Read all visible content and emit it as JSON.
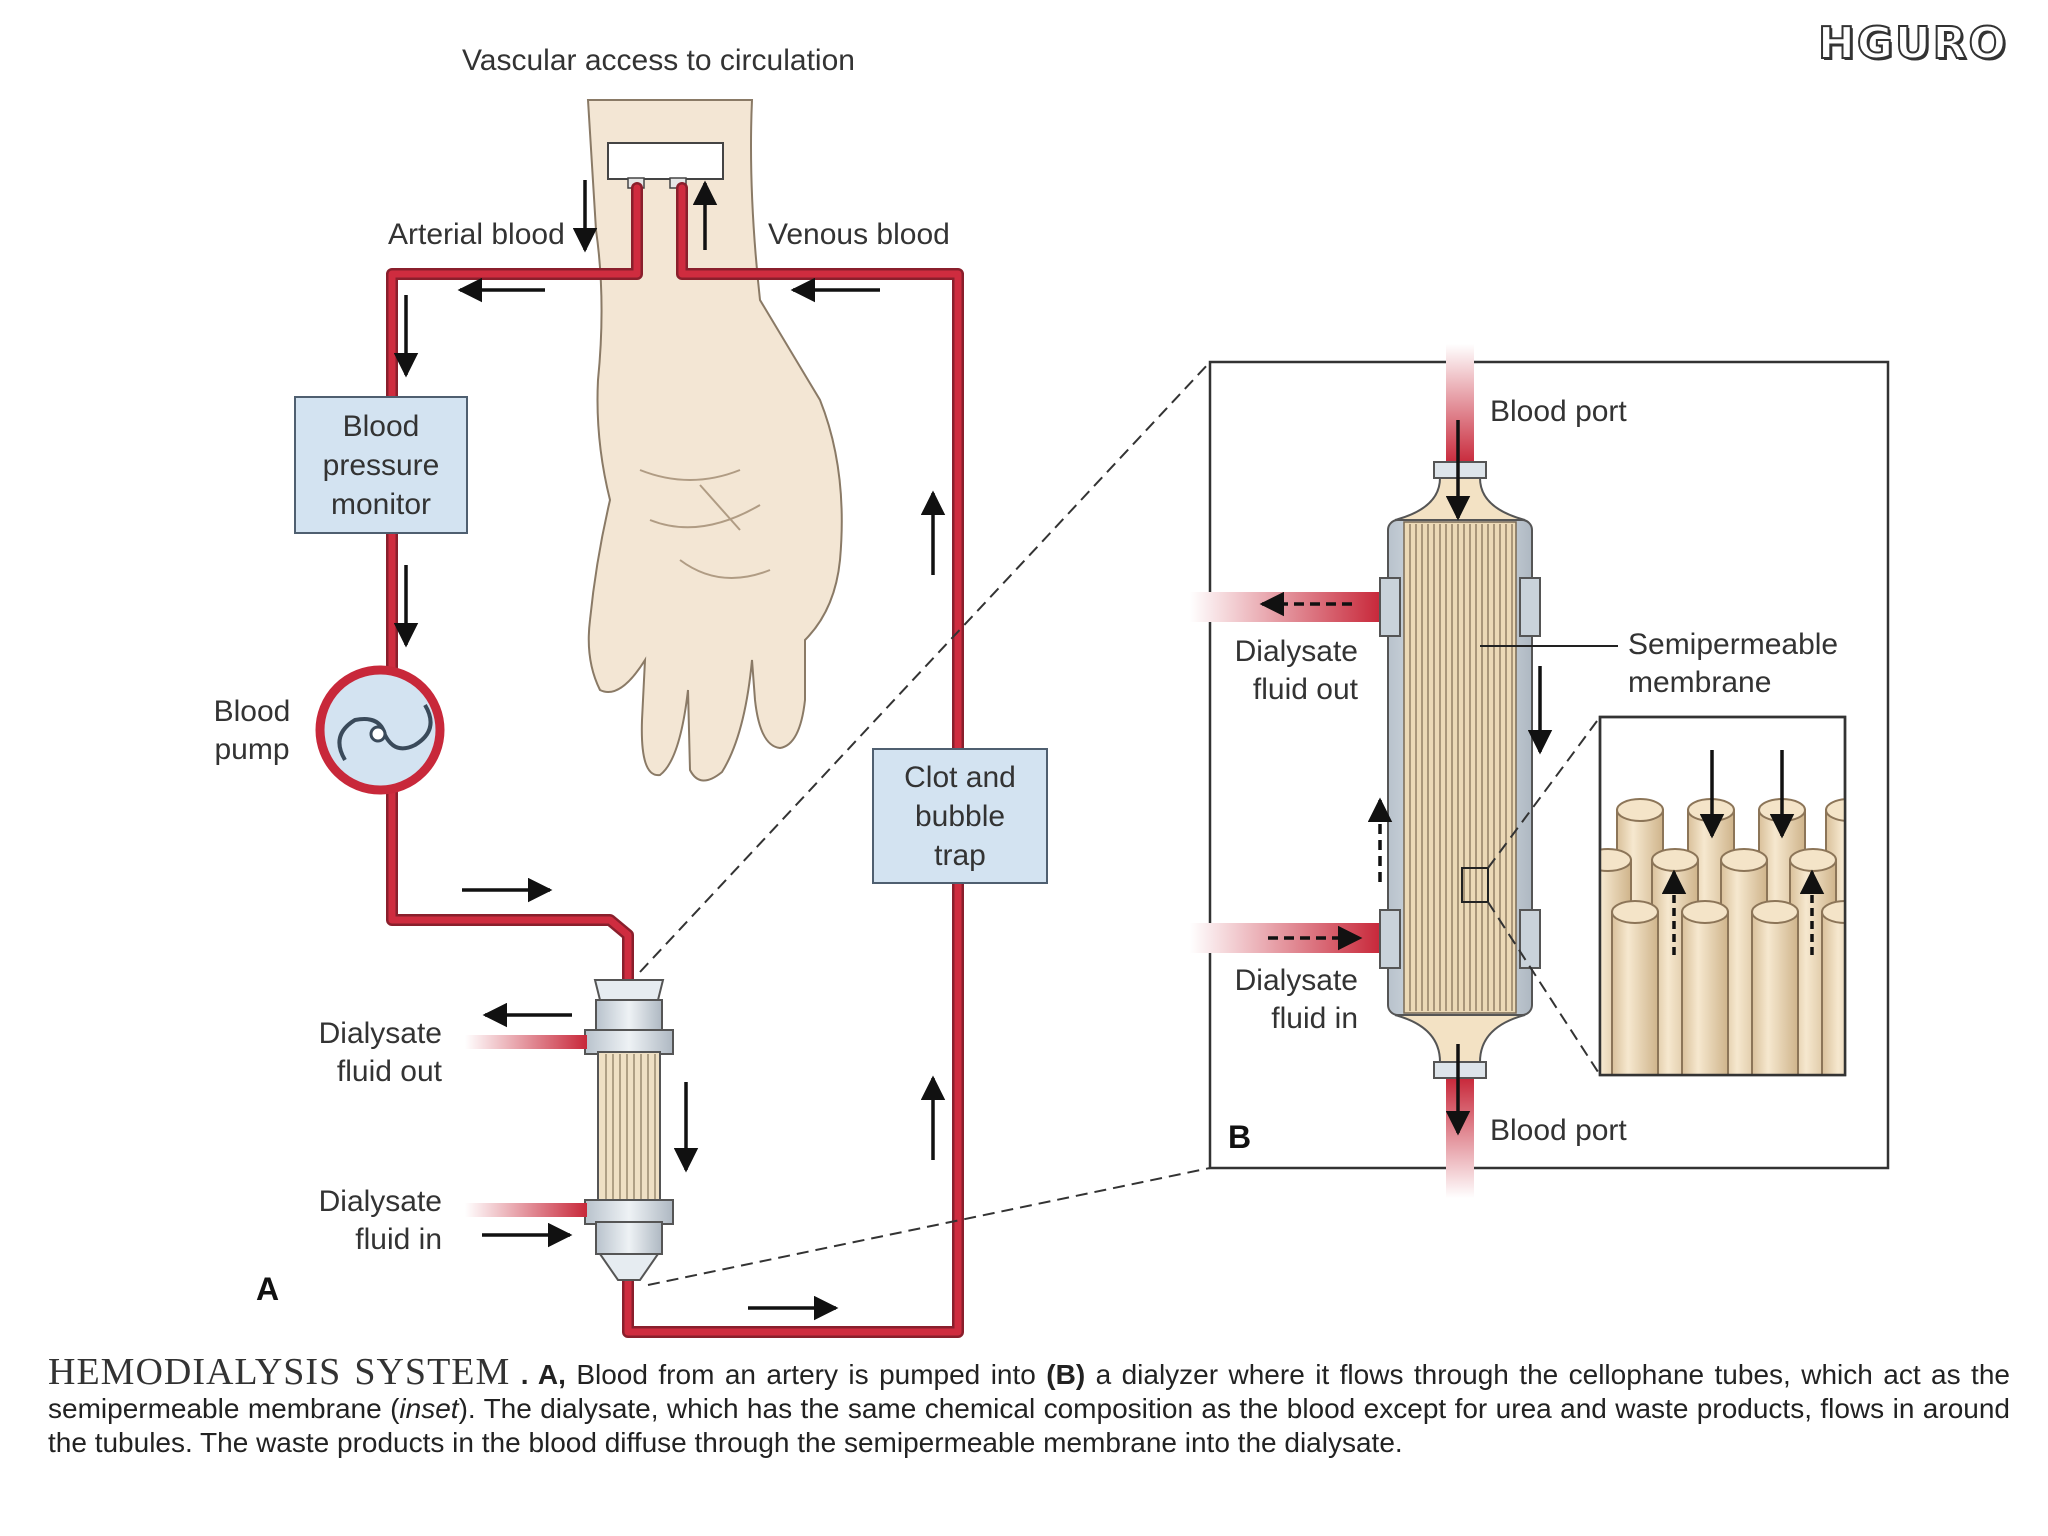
{
  "logo_text": "HGURO",
  "labels": {
    "vascular_access": "Vascular access to circulation",
    "arterial_blood": "Arterial blood",
    "venous_blood": "Venous blood",
    "bp_monitor": "Blood\npressure\nmonitor",
    "blood_pump": "Blood\npump",
    "clot_trap": "Clot and\nbubble\ntrap",
    "dialysate_out_a": "Dialysate\nfluid out",
    "dialysate_in_a": "Dialysate\nfluid in",
    "panel_a": "A",
    "panel_b": "B",
    "blood_port_top": "Blood port",
    "blood_port_bottom": "Blood port",
    "dialysate_out_b": "Dialysate\nfluid out",
    "dialysate_in_b": "Dialysate\nfluid in",
    "semipermeable": "Semipermeable\nmembrane"
  },
  "caption": {
    "title": "HEMODIALYSIS SYSTEM",
    "pre_a": " . ",
    "a_bold": "A,",
    "part1": " Blood from an artery is pumped into ",
    "b_bold": "(B)",
    "part2": " a dialyzer where it flows through the cellophane tubes, which act as the semipermeable membrane (",
    "inset": "inset",
    "part3": "). The dialysate, which has the same chemical composition as the blood except for urea and waste products, flows in around the tubules. The waste products in the blood diffuse through the semipermeable membrane into the dialysate."
  },
  "colors": {
    "blood_line": "#c8283a",
    "box_fill": "#d3e3f1",
    "skin": "#f3e6d4",
    "fiber": "#ead7b5"
  }
}
